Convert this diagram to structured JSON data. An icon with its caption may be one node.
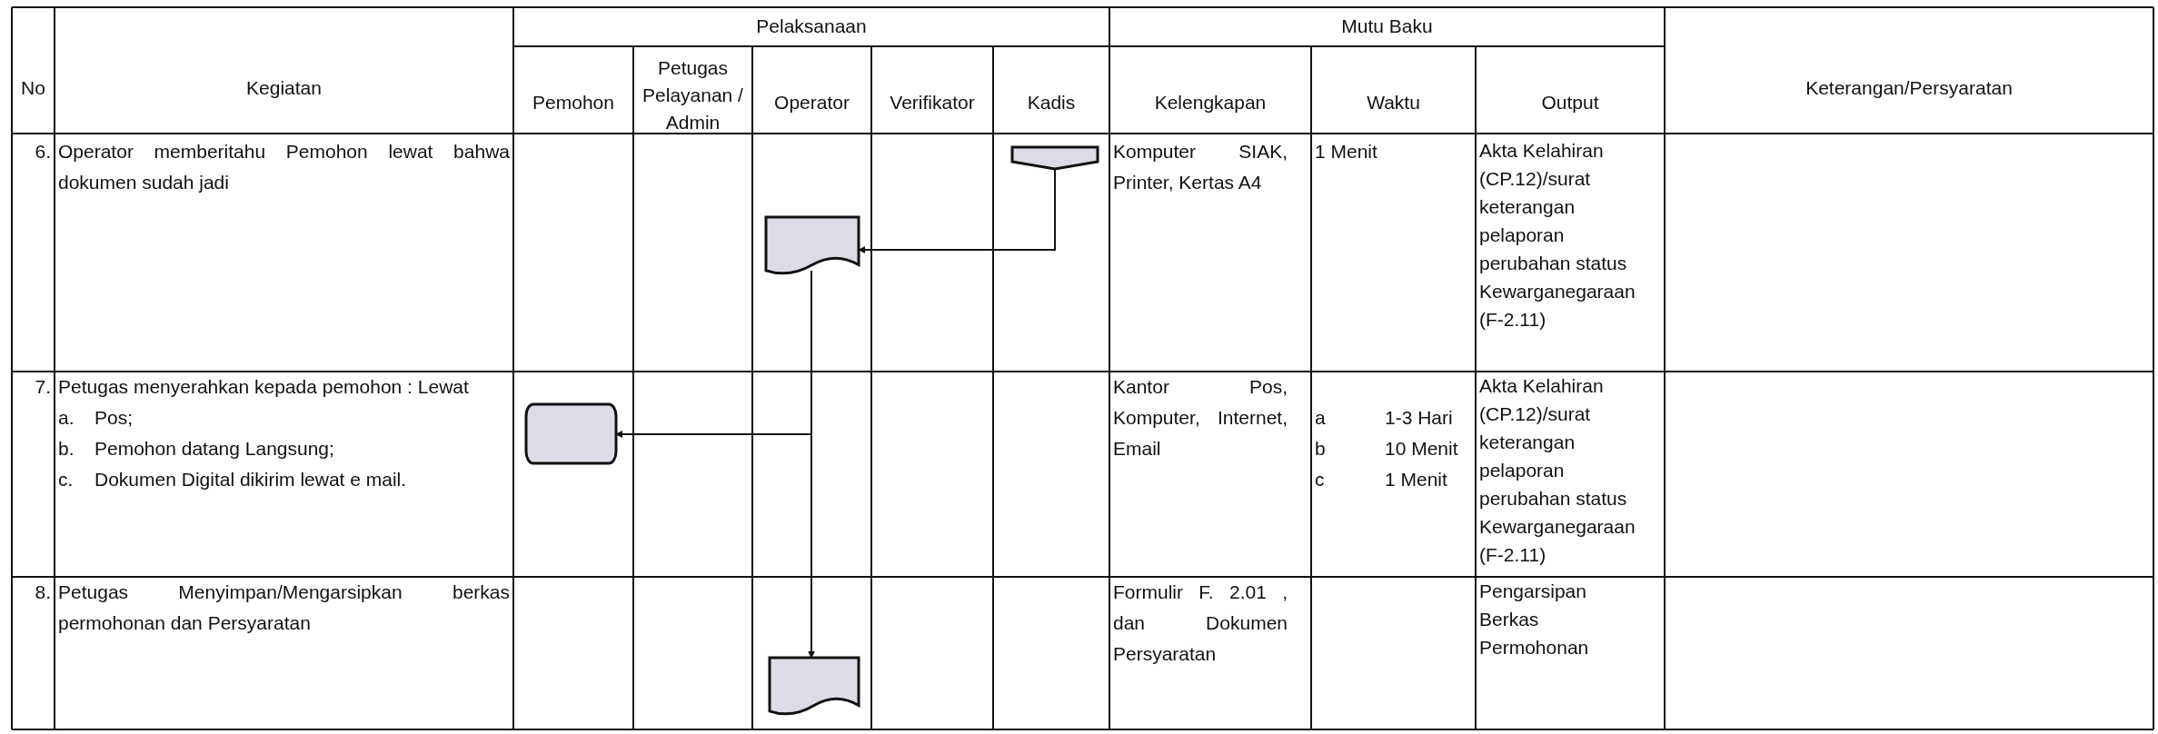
{
  "diagram": {
    "nodes": [
      {
        "text": [],
        "shape": "pentagon"
      },
      {
        "text": [],
        "shape": "document"
      },
      {
        "text": [],
        "shape": "box"
      },
      {
        "text": [],
        "shape": "document"
      }
    ],
    "edges": [
      {
        "from": 0,
        "to": 1,
        "arrow": "to"
      },
      {
        "from": 1,
        "to": 2,
        "arrow": "to"
      },
      {
        "from": 1,
        "to": 3,
        "arrow": "to"
      }
    ],
    "labels": [
      "No",
      "Kegiatan",
      "Pelaksanaan",
      "Mutu Baku",
      "Keterangan/Persyaratan",
      "Pemohon",
      "Petugas Pelayanan / Admin",
      "Operator",
      "Verifikator",
      "Kadis",
      "Kelengkapan",
      "Waktu",
      "Output",
      "6.",
      "Operator memberitahu Pemohon lewat bahwa dokumen sudah jadi",
      "Komputer SIAK, Printer, Kertas A4",
      "1 Menit",
      "Akta Kelahiran (CP.12)/surat keterangan pelaporan perubahan status Kewarganegaraan (F-2.11)",
      "7.",
      "Petugas menyerahkan kepada pemohon : Lewat",
      "a.",
      "Pos;",
      "b.",
      "Pemohon datang Langsung;",
      "c.",
      "Dokumen Digital dikirim lewat e mail.",
      "Kantor Pos, Komputer, Internet, Email",
      "a",
      "1-3 Hari",
      "b",
      "10 Menit",
      "c",
      "1 Menit",
      "Akta Kelahiran (CP.12)/surat keterangan pelaporan perubahan status Kewarganegaraan (F-2.11)",
      "8.",
      "Petugas Menyimpan/Mengarsipkan berkas permohonan dan Persyaratan",
      "Formulir F. 2.01 , dan Dokumen Persyaratan",
      "Pengarsipan Berkas Permohonan"
    ]
  }
}
